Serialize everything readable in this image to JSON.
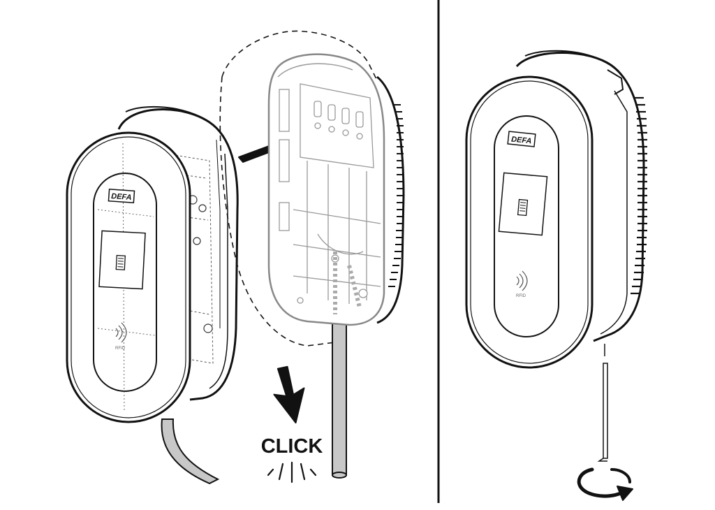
{
  "figure": {
    "brand_left": "DEFA",
    "brand_right": "DEFA",
    "rfid_left": "RFID",
    "rfid_right": "RFID",
    "click_label": "CLICK"
  },
  "colors": {
    "line": "#111111",
    "ghost": "#9a9a9a",
    "cable": "#c8c8c8",
    "arrow": "#111111"
  },
  "icons": [
    "push-arrow-icon",
    "down-arrow-icon",
    "rotate-arrow-icon",
    "hex-key-icon",
    "card-reader-icon",
    "rfid-icon"
  ]
}
